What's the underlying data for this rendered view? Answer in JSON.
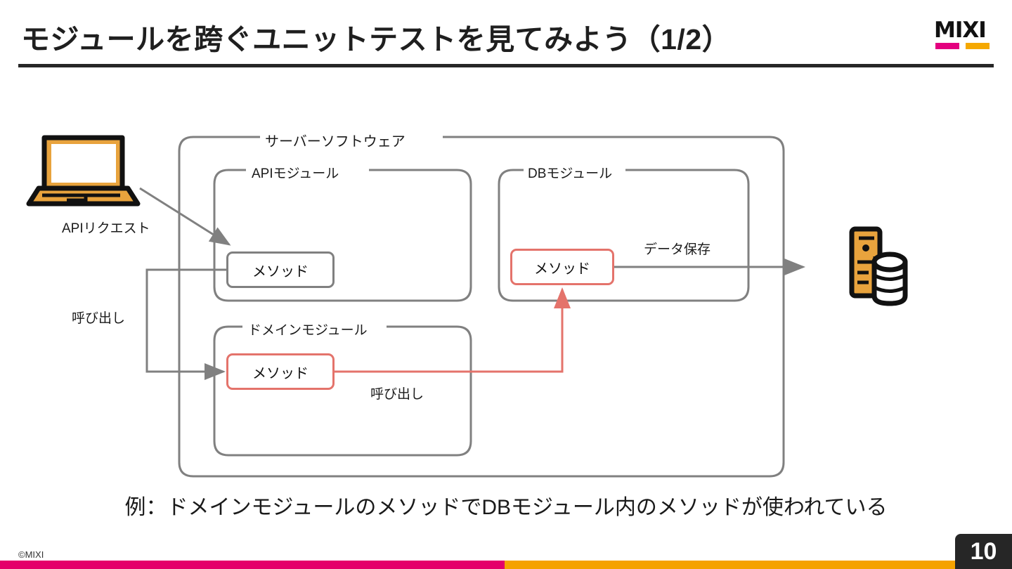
{
  "slide": {
    "title": "モジュールを跨ぐユニットテストを見てみよう（1/2）",
    "caption": "例：ドメインモジュールのメソッドでDBモジュール内のメソッドが使われている",
    "page_number": "10",
    "copyright": "©MIXI"
  },
  "logo": {
    "wordmark": "MIXI",
    "bar_pink_color": "#E4007F",
    "bar_orange_color": "#F5A800"
  },
  "diagram": {
    "containers": {
      "server": "サーバーソフトウェア",
      "api_module": "APIモジュール",
      "db_module": "DBモジュール",
      "domain_module": "ドメインモジュール"
    },
    "boxes": {
      "api_method": "メソッド",
      "domain_method": "メソッド",
      "db_method": "メソッド"
    },
    "edge_labels": {
      "api_request": "APIリクエスト",
      "call_left": "呼び出し",
      "call_middle": "呼び出し",
      "data_save": "データ保存"
    },
    "icons": {
      "client": "laptop-icon",
      "storage": "server-database-icon"
    },
    "colors": {
      "connector_gray": "#808080",
      "connector_red": "#E4736B",
      "icon_orange": "#E8A33D"
    }
  },
  "footer": {
    "bar_pink_color": "#E4006A",
    "bar_orange_color": "#F5A200"
  }
}
